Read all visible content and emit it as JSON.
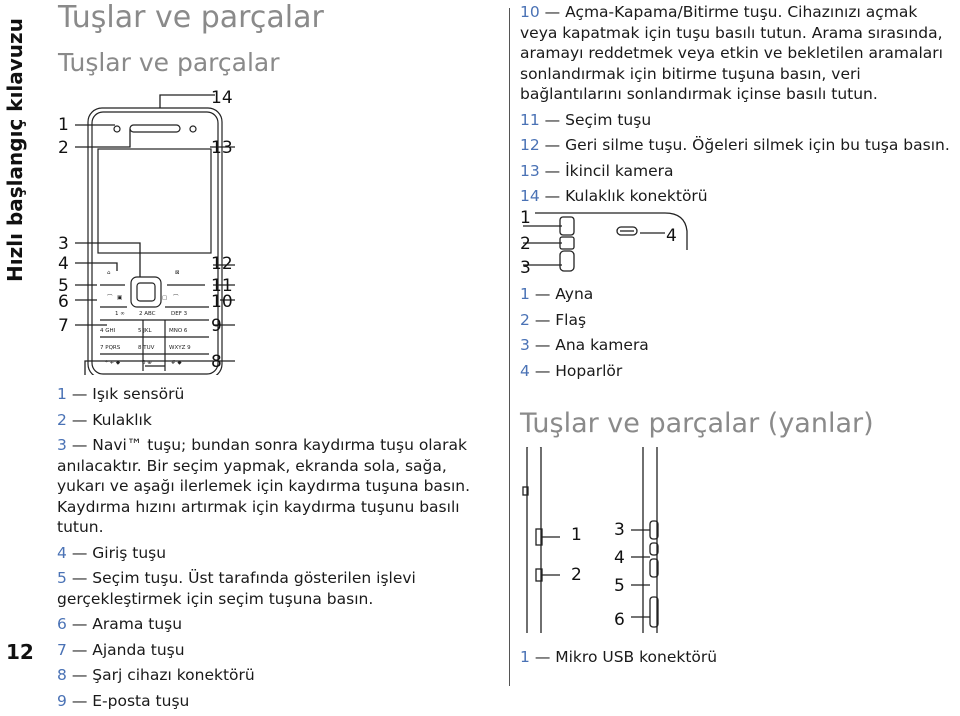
{
  "side_title": "Hızlı başlangıç kılavuzu",
  "page_number": "12",
  "title": "Tuşlar ve parçalar",
  "subtitle": "Tuşlar ve parçalar",
  "sides_heading": "Tuşlar ve parçalar (yanlar)",
  "dash": "—",
  "front_labels": [
    "1",
    "2",
    "3",
    "4",
    "5",
    "6",
    "7",
    "8",
    "9",
    "10",
    "11",
    "12",
    "13",
    "14"
  ],
  "front_keys": [
    {
      "num": "1",
      "text": "Işık sensörü"
    },
    {
      "num": "2",
      "text": "Kulaklık"
    },
    {
      "num": "3",
      "text": "Navi™ tuşu; bundan sonra kaydırma tuşu olarak anılacaktır. Bir seçim yapmak, ekranda sola, sağa, yukarı ve aşağı ilerlemek için kaydırma tuşuna basın. Kaydırma hızını artırmak için kaydırma tuşunu basılı tutun."
    },
    {
      "num": "4",
      "text": "Giriş tuşu"
    },
    {
      "num": "5",
      "text": "Seçim tuşu. Üst tarafında gösterilen işlevi gerçekleştirmek için seçim tuşuna basın."
    },
    {
      "num": "6",
      "text": "Arama tuşu"
    },
    {
      "num": "7",
      "text": "Ajanda tuşu"
    },
    {
      "num": "8",
      "text": "Şarj cihazı konektörü"
    },
    {
      "num": "9",
      "text": "E-posta tuşu"
    }
  ],
  "front_keys_cont": [
    {
      "num": "10",
      "text": "Açma-Kapama/Bitirme tuşu. Cihazınızı açmak veya kapatmak için tuşu basılı tutun. Arama sırasında, aramayı reddetmek veya etkin ve bekletilen aramaları sonlandırmak için bitirme tuşuna basın, veri bağlantılarını sonlandırmak içinse basılı tutun."
    },
    {
      "num": "11",
      "text": "Seçim tuşu"
    },
    {
      "num": "12",
      "text": "Geri silme tuşu. Öğeleri silmek için bu tuşa basın."
    },
    {
      "num": "13",
      "text": "İkincil kamera"
    },
    {
      "num": "14",
      "text": "Kulaklık konektörü"
    }
  ],
  "back_labels": [
    "1",
    "2",
    "3",
    "4"
  ],
  "back_parts": [
    {
      "num": "1",
      "text": "Ayna"
    },
    {
      "num": "2",
      "text": "Flaş"
    },
    {
      "num": "3",
      "text": "Ana kamera"
    },
    {
      "num": "4",
      "text": "Hoparlör"
    }
  ],
  "side_labels": [
    "1",
    "2",
    "3",
    "4",
    "5",
    "6"
  ],
  "side_parts": [
    {
      "num": "1",
      "text": "Mikro USB konektörü"
    }
  ],
  "keypad": {
    "keys_row1": [
      "1",
      "2 ABC",
      "DEF 3"
    ],
    "keys_row2": [
      "4 GHI",
      "5 JKL",
      "MNO 6"
    ],
    "keys_row3": [
      "7 PQRS",
      "8 TUV",
      "WXYZ 9"
    ],
    "keys_row4": [
      "* +",
      "0",
      "# "
    ]
  },
  "colors": {
    "heading": "#8a8a8a",
    "number": "#4a72b5",
    "text": "#1a1a1a"
  }
}
